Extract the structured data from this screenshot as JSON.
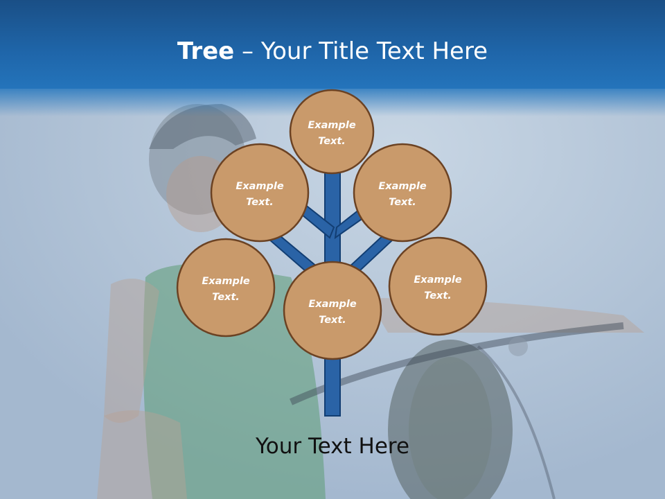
{
  "header": {
    "title_bold": "Tree",
    "title_rest": " – Your Title Text Here"
  },
  "diagram": {
    "nodes": [
      {
        "id": "top",
        "line1": "Example",
        "line2": "Text."
      },
      {
        "id": "upper-left",
        "line1": "Example",
        "line2": "Text."
      },
      {
        "id": "upper-right",
        "line1": "Example",
        "line2": "Text."
      },
      {
        "id": "left",
        "line1": "Example",
        "line2": "Text."
      },
      {
        "id": "center",
        "line1": "Example",
        "line2": "Text."
      },
      {
        "id": "right",
        "line1": "Example",
        "line2": "Text."
      }
    ],
    "colors": {
      "node_fill": "#c99a6b",
      "node_stroke": "#6b4223",
      "trunk_fill": "#2a63a6",
      "trunk_stroke": "#123e73"
    }
  },
  "footer": {
    "text": "Your Text Here"
  }
}
